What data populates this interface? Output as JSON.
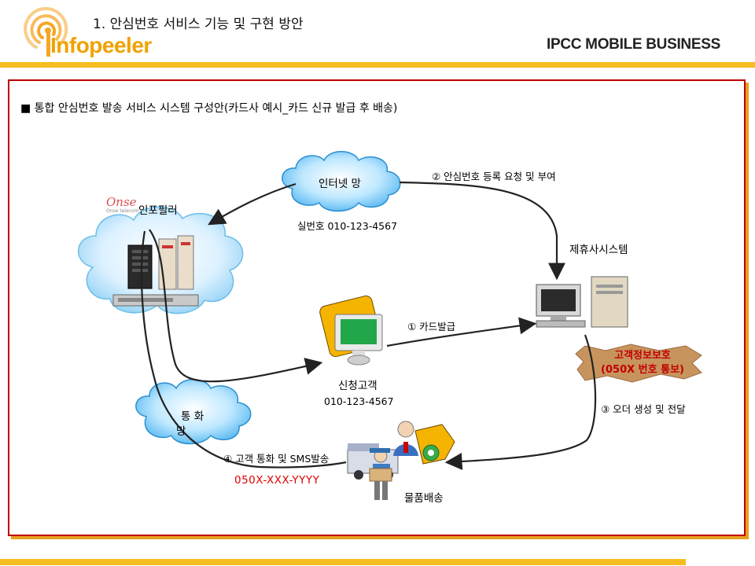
{
  "header": {
    "title": "1. 안심번호 서비스 기능 및 구현 방안",
    "logo_text": "Infopeeler",
    "brand_right": "IPCC MOBILE BUSINESS"
  },
  "section_title": "■ 통합 안심번호 발송 서비스 시스템 구성안(카드사 예시_카드 신규 발급 후 배송)",
  "nodes": {
    "internet_cloud": "인터넷 망",
    "real_number": "실번호 010-123-4567",
    "infopeeler_label": "인포필러",
    "onse_logo": "Onse",
    "onse_sub": "Onse telecom",
    "partner_system": "제휴사시스템",
    "applicant": "신청고객",
    "applicant_number": "010-123-4567",
    "call_cloud_line1": "통 화",
    "call_cloud_line2": "망",
    "delivery": "물품배송",
    "privacy_line1": "고객정보보호",
    "privacy_line2": "(050X 번호 통보)",
    "safe_number": "050X-XXX-YYYY"
  },
  "steps": {
    "step1": "① 카드발급",
    "step2": "② 안심번호 등록 요청 및 부여",
    "step3": "③ 오더 생성 및 전달",
    "step4": "④ 고객 통화 및 SMS발송"
  }
}
